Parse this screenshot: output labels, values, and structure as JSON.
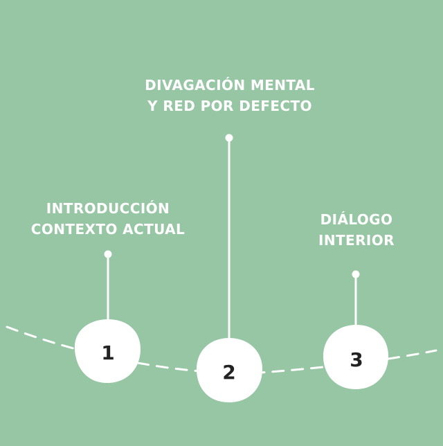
{
  "background_color": "#97c6a4",
  "foreground_color": "#ffffff",
  "number_color": "#222222",
  "steps": [
    {
      "number": "1",
      "label_lines": [
        "INTRODUCCIÓN",
        "CONTEXTO ACTUAL"
      ]
    },
    {
      "number": "2",
      "label_lines": [
        "DIVAGACIÓN MENTAL",
        "Y RED POR DEFECTO"
      ]
    },
    {
      "number": "3",
      "label_lines": [
        "DIÁLOGO",
        "INTERIOR"
      ]
    }
  ]
}
